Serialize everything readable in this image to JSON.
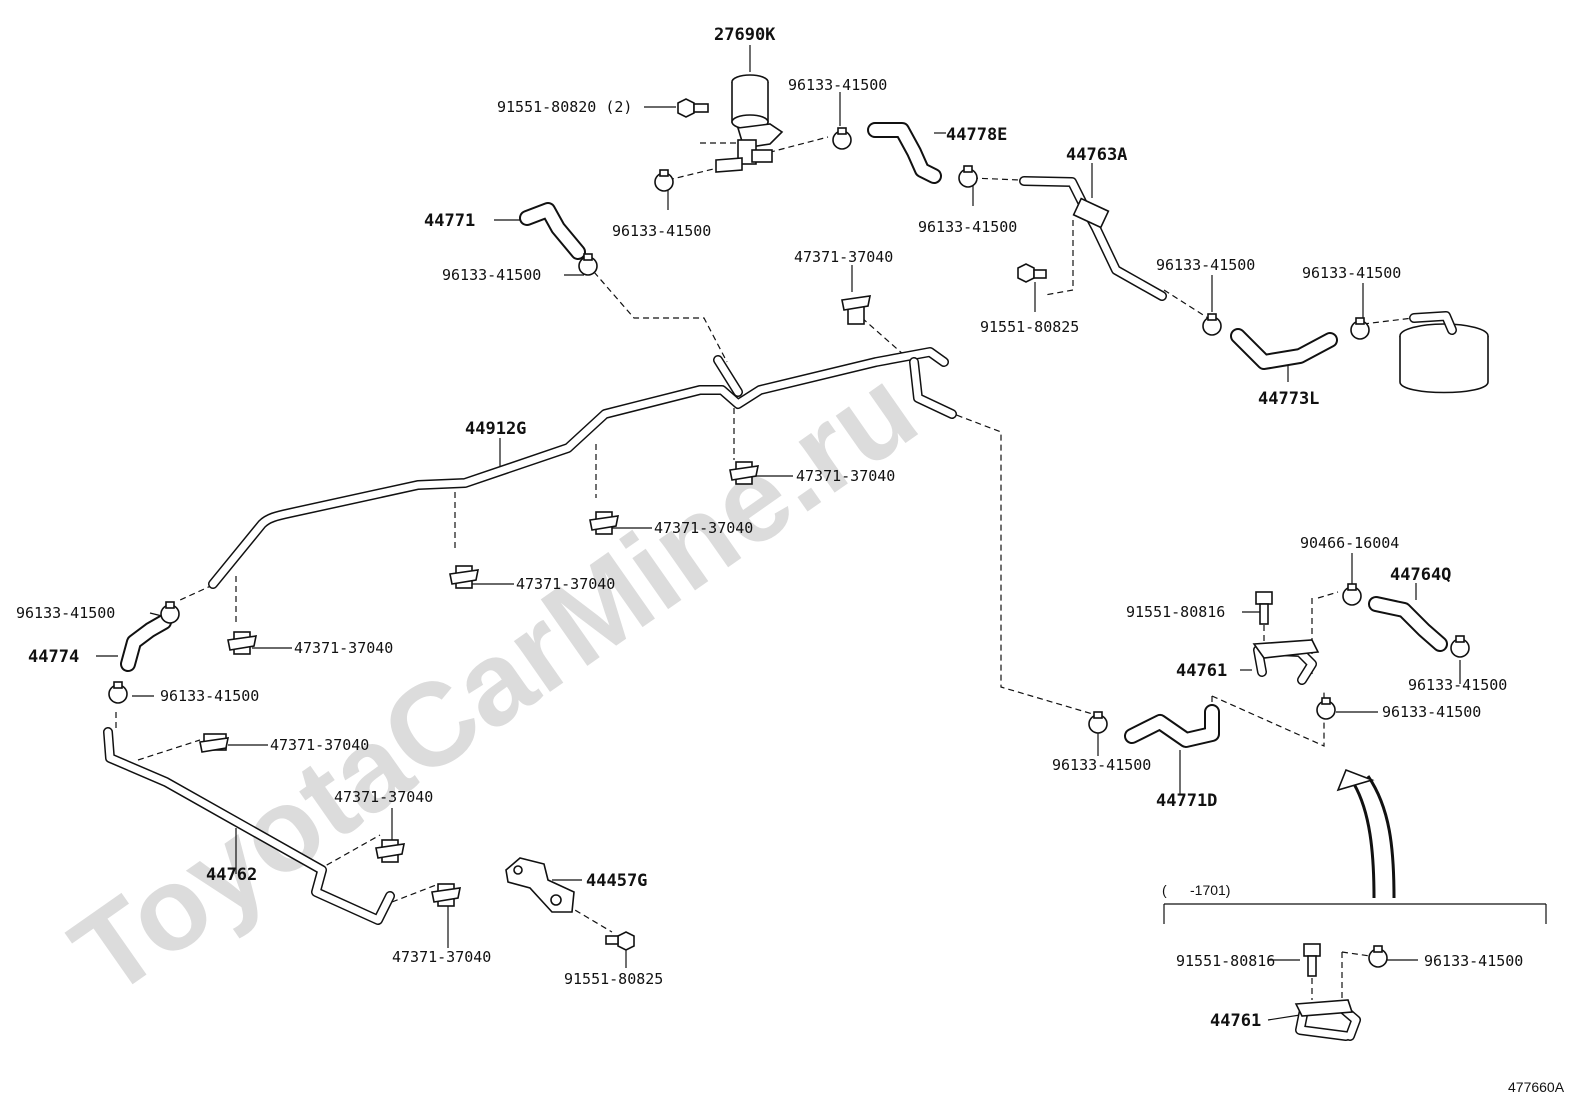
{
  "watermark": "ToyotaCarMine.ru",
  "diagram_ref": "477660A",
  "variant_note": "(      -1701)",
  "labels": {
    "vsv": "27690K",
    "bolt_2": "91551-80820 (2)",
    "clamp_a": "96133-41500",
    "hose_44778e": "44778E",
    "pipe_44763a": "44763A",
    "clamp_b": "96133-41500",
    "hose_44771": "44771",
    "clamp_c": "96133-41500",
    "clamp_d": "96133-41500",
    "clip_a": "47371-37040",
    "bolt_b": "91551-80825",
    "clamp_e": "96133-41500",
    "clamp_f": "96133-41500",
    "hose_44773l": "44773L",
    "pipe_44912g": "44912G",
    "clip_b": "47371-37040",
    "clip_c": "47371-37040",
    "clip_d": "47371-37040",
    "clamp_g": "96133-41500",
    "hose_44774": "44774",
    "clip_e": "47371-37040",
    "clamp_h": "96133-41500",
    "clip_f": "47371-37040",
    "clip_g": "47371-37040",
    "pipe_44762": "44762",
    "bracket_44457g": "44457G",
    "clip_h": "47371-37040",
    "bolt_c": "91551-80825",
    "clamp_90466": "90466-16004",
    "hose_44764q": "44764Q",
    "bolt_d": "91551-80816",
    "pipe_44761": "44761",
    "clamp_i": "96133-41500",
    "clamp_j": "96133-41500",
    "clamp_k": "96133-41500",
    "hose_44771d": "44771D",
    "bolt_e": "91551-80816",
    "clamp_l": "96133-41500",
    "pipe_44761b": "44761"
  }
}
